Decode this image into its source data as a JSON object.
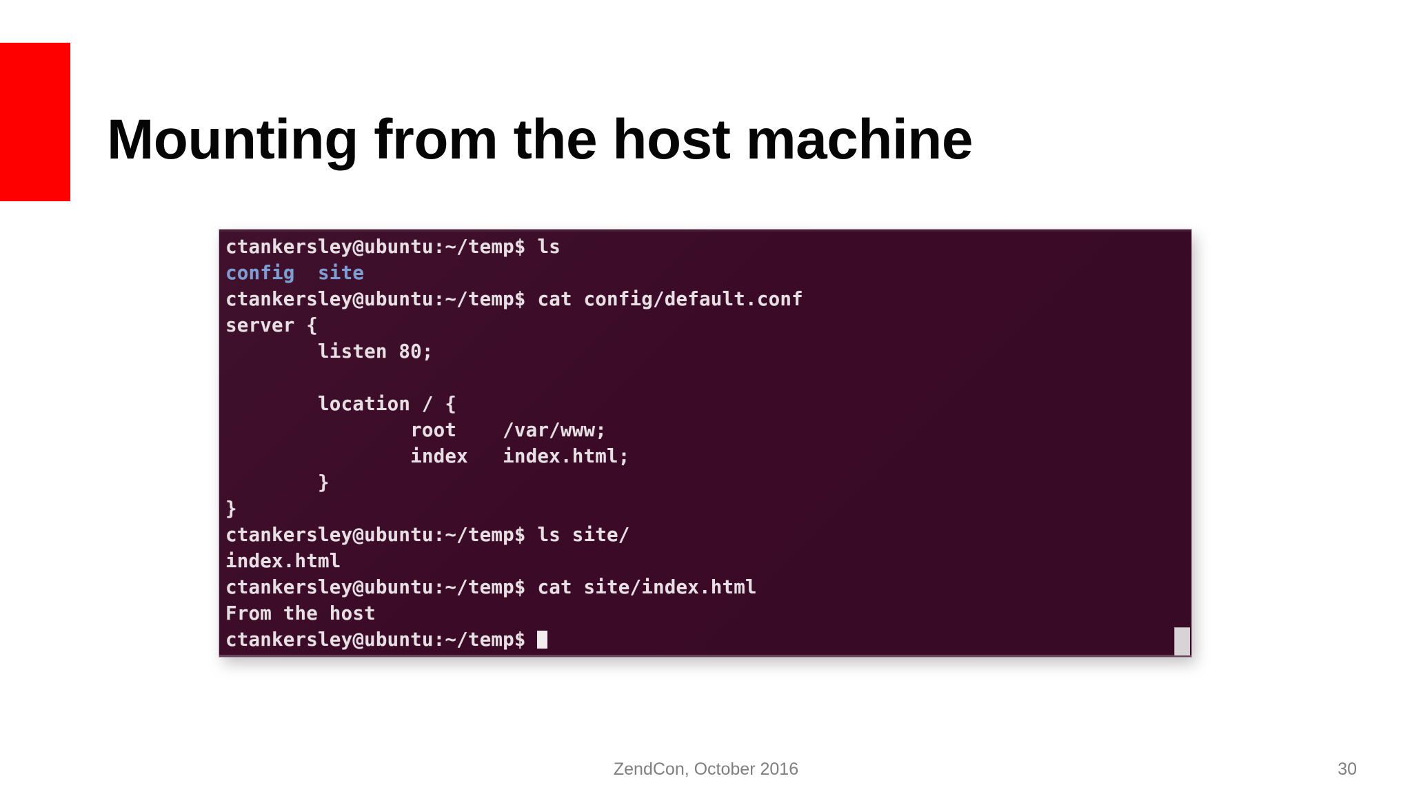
{
  "slide": {
    "title": "Mounting from the host machine",
    "accent_color": "#ff0000",
    "background_color": "#ffffff",
    "footer_text": "ZendCon, October 2016",
    "slide_number": "30"
  },
  "terminal": {
    "background_color": "#3b0b29",
    "text_color": "#e6dfe3",
    "directory_color": "#7b9fd4",
    "prompt": "ctankersley@ubuntu:~/temp$",
    "lines": [
      {
        "type": "prompt",
        "prompt": "ctankersley@ubuntu:~/temp$ ",
        "command": "ls"
      },
      {
        "type": "dirlist",
        "entries": "config  site"
      },
      {
        "type": "prompt",
        "prompt": "ctankersley@ubuntu:~/temp$ ",
        "command": "cat config/default.conf"
      },
      {
        "type": "output",
        "text": "server {"
      },
      {
        "type": "output",
        "text": "        listen 80;"
      },
      {
        "type": "output",
        "text": ""
      },
      {
        "type": "output",
        "text": "        location / {"
      },
      {
        "type": "output",
        "text": "                root    /var/www;"
      },
      {
        "type": "output",
        "text": "                index   index.html;"
      },
      {
        "type": "output",
        "text": "        }"
      },
      {
        "type": "output",
        "text": "}"
      },
      {
        "type": "prompt",
        "prompt": "ctankersley@ubuntu:~/temp$ ",
        "command": "ls site/"
      },
      {
        "type": "output",
        "text": "index.html"
      },
      {
        "type": "prompt",
        "prompt": "ctankersley@ubuntu:~/temp$ ",
        "command": "cat site/index.html"
      },
      {
        "type": "output",
        "text": "From the host"
      },
      {
        "type": "cursor",
        "prompt": "ctankersley@ubuntu:~/temp$ "
      }
    ]
  }
}
